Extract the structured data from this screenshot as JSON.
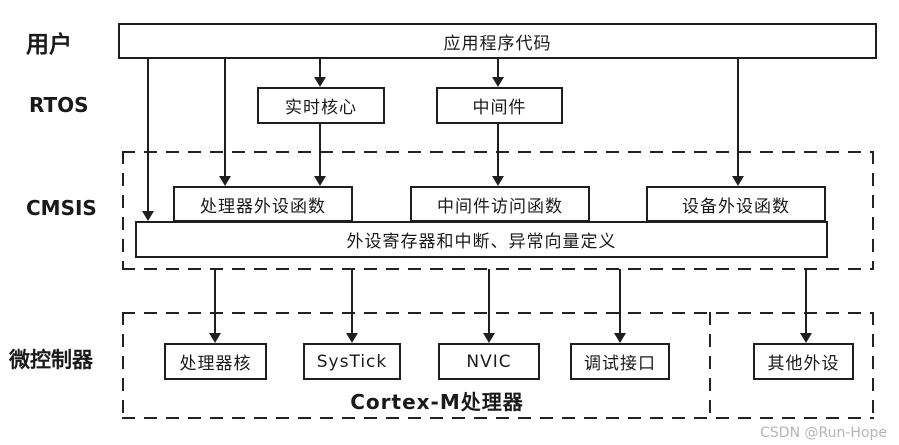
{
  "row_labels": {
    "user": "用户",
    "rtos": "RTOS",
    "cmsis": "CMSIS",
    "mcu": "微控制器"
  },
  "boxes": {
    "app_code": "应用程序代码",
    "rtos_core": "实时核心",
    "middleware": "中间件",
    "processor_peripheral_functions": "处理器外设函数",
    "middleware_access_functions": "中间件访问函数",
    "device_peripheral_functions": "设备外设函数",
    "register_interrupt_vector_definitions": "外设寄存器和中断、异常向量定义",
    "processor_core": "处理器核",
    "systick": "SysTick",
    "nvic": "NVIC",
    "debug_interface": "调试接口",
    "other_peripherals": "其他外设"
  },
  "captions": {
    "cortex_m": "Cortex-M处理器"
  },
  "watermark": "CSDN @Run-Hope",
  "colors": {
    "line": "#1f1f1f",
    "background": "#ffffff",
    "watermark": "#b5b3bf"
  }
}
